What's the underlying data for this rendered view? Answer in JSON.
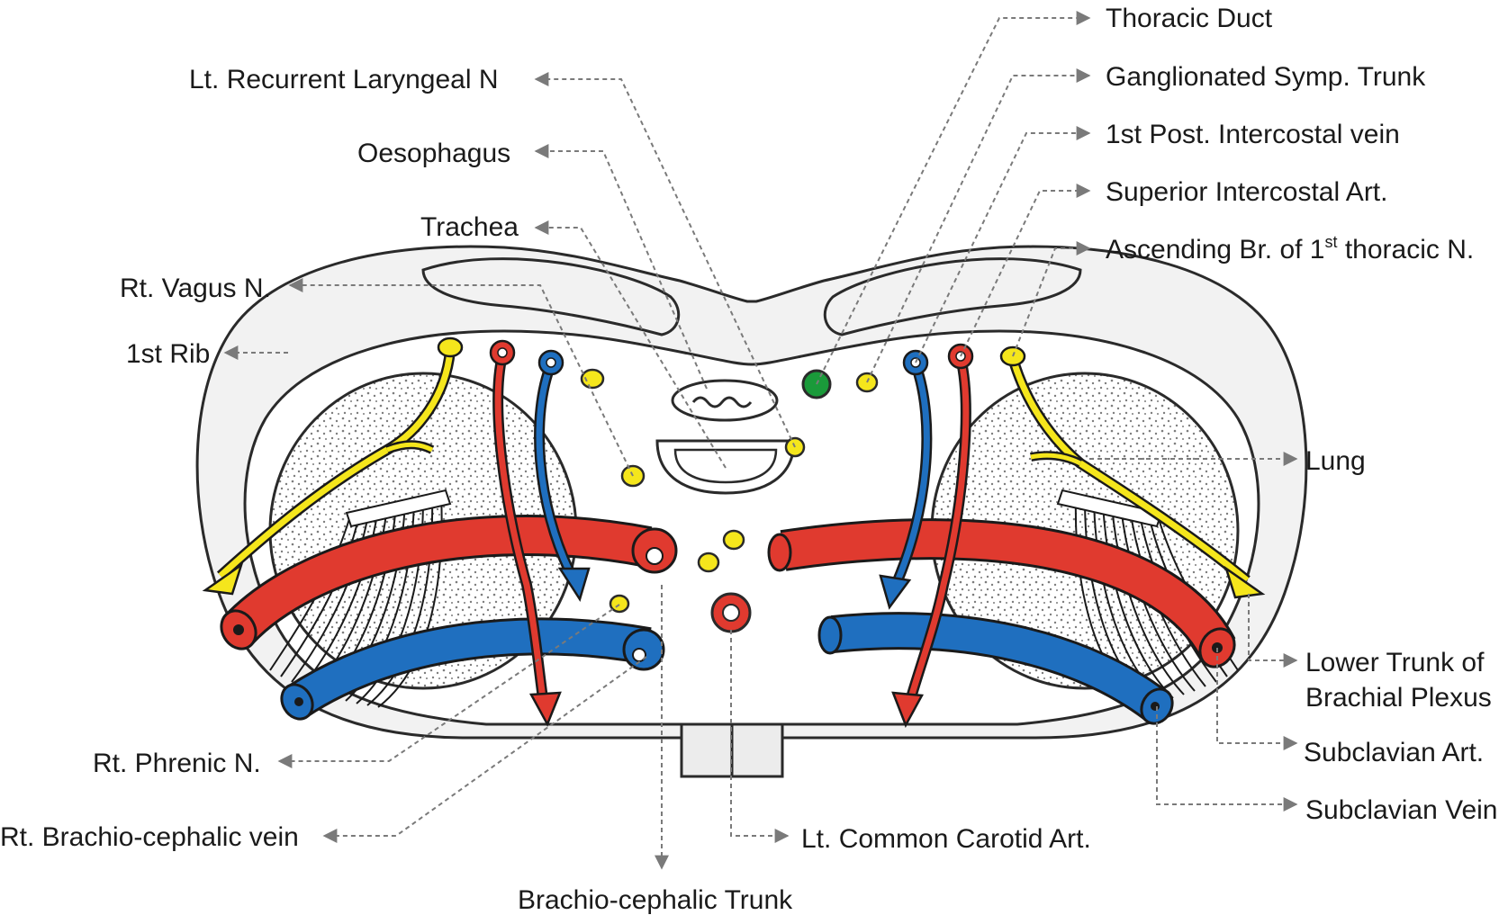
{
  "colors": {
    "artery": "#e03a2f",
    "vein": "#1f6fbf",
    "nerve": "#f5e61c",
    "thoracic_duct": "#1a9a3a",
    "rib_fill": "#f2f2f2",
    "lung_stipple": "#8a8a8a",
    "leader_line": "#7a7a7a"
  },
  "labels": {
    "thoracic_duct": "Thoracic Duct",
    "ganglionated_symp_trunk": "Ganglionated Symp. Trunk",
    "first_post_intercostal_vein": "1st Post. Intercostal vein",
    "superior_intercostal_art": "Superior Intercostal Art.",
    "ascending_br_prefix": "Ascending Br. of 1",
    "ascending_br_sup": "st",
    "ascending_br_suffix": " thoracic N.",
    "lung": "Lung",
    "lower_trunk_line1": "Lower Trunk of",
    "lower_trunk_line2": "Brachial Plexus",
    "subclavian_art": "Subclavian Art.",
    "subclavian_vein": "Subclavian Vein",
    "lt_common_carotid": "Lt. Common Carotid Art.",
    "brachio_cephalic_trunk": "Brachio-cephalic Trunk",
    "rt_brachio_cephalic_vein": "Rt. Brachio-cephalic vein",
    "rt_phrenic": "Rt. Phrenic N.",
    "first_rib": "1st Rib",
    "rt_vagus": "Rt. Vagus N.",
    "trachea": "Trachea",
    "oesophagus": "Oesophagus",
    "lt_recurrent_laryngeal": "Lt. Recurrent Laryngeal N"
  }
}
